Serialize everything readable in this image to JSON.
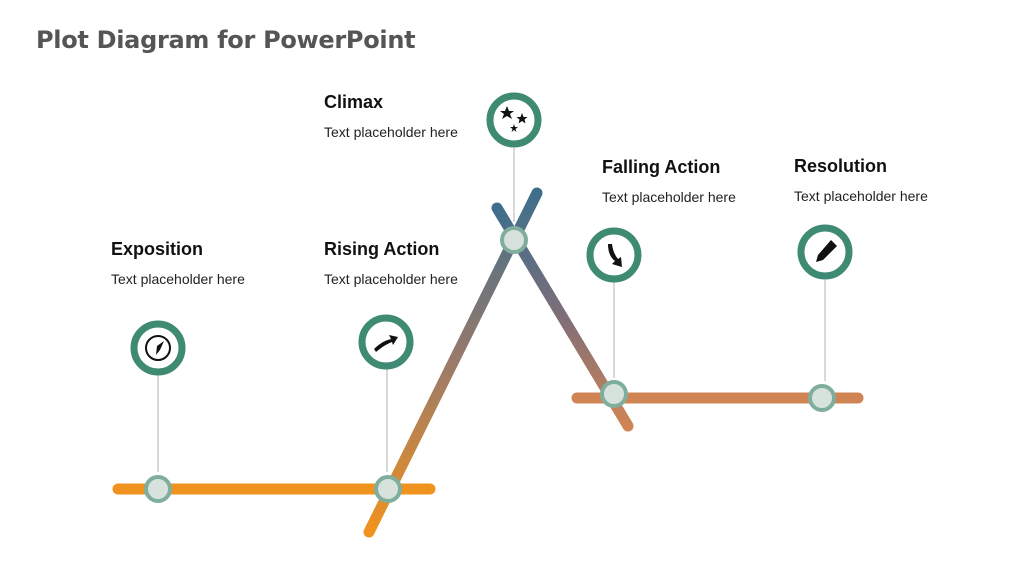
{
  "title": "Plot Diagram for PowerPoint",
  "colors": {
    "orange": "#F0921E",
    "teal": "#3F8A72",
    "slate": "#3E6E8C",
    "rust": "#D08454",
    "node_fill": "#D7E2DC",
    "node_ring": "#7FAE9C",
    "connector": "#CCCCCC"
  },
  "stages": [
    {
      "key": "exposition",
      "title": "Exposition",
      "text": "Text placeholder here",
      "icon": "compass-icon"
    },
    {
      "key": "rising",
      "title": "Rising Action",
      "text": "Text placeholder here",
      "icon": "curved-arrow-up-right-icon"
    },
    {
      "key": "climax",
      "title": "Climax",
      "text": "Text placeholder here",
      "icon": "stars-icon"
    },
    {
      "key": "falling",
      "title": "Falling Action",
      "text": "Text placeholder here",
      "icon": "curved-arrow-down-icon"
    },
    {
      "key": "resolution",
      "title": "Resolution",
      "text": "Text placeholder here",
      "icon": "pencil-icon"
    }
  ]
}
